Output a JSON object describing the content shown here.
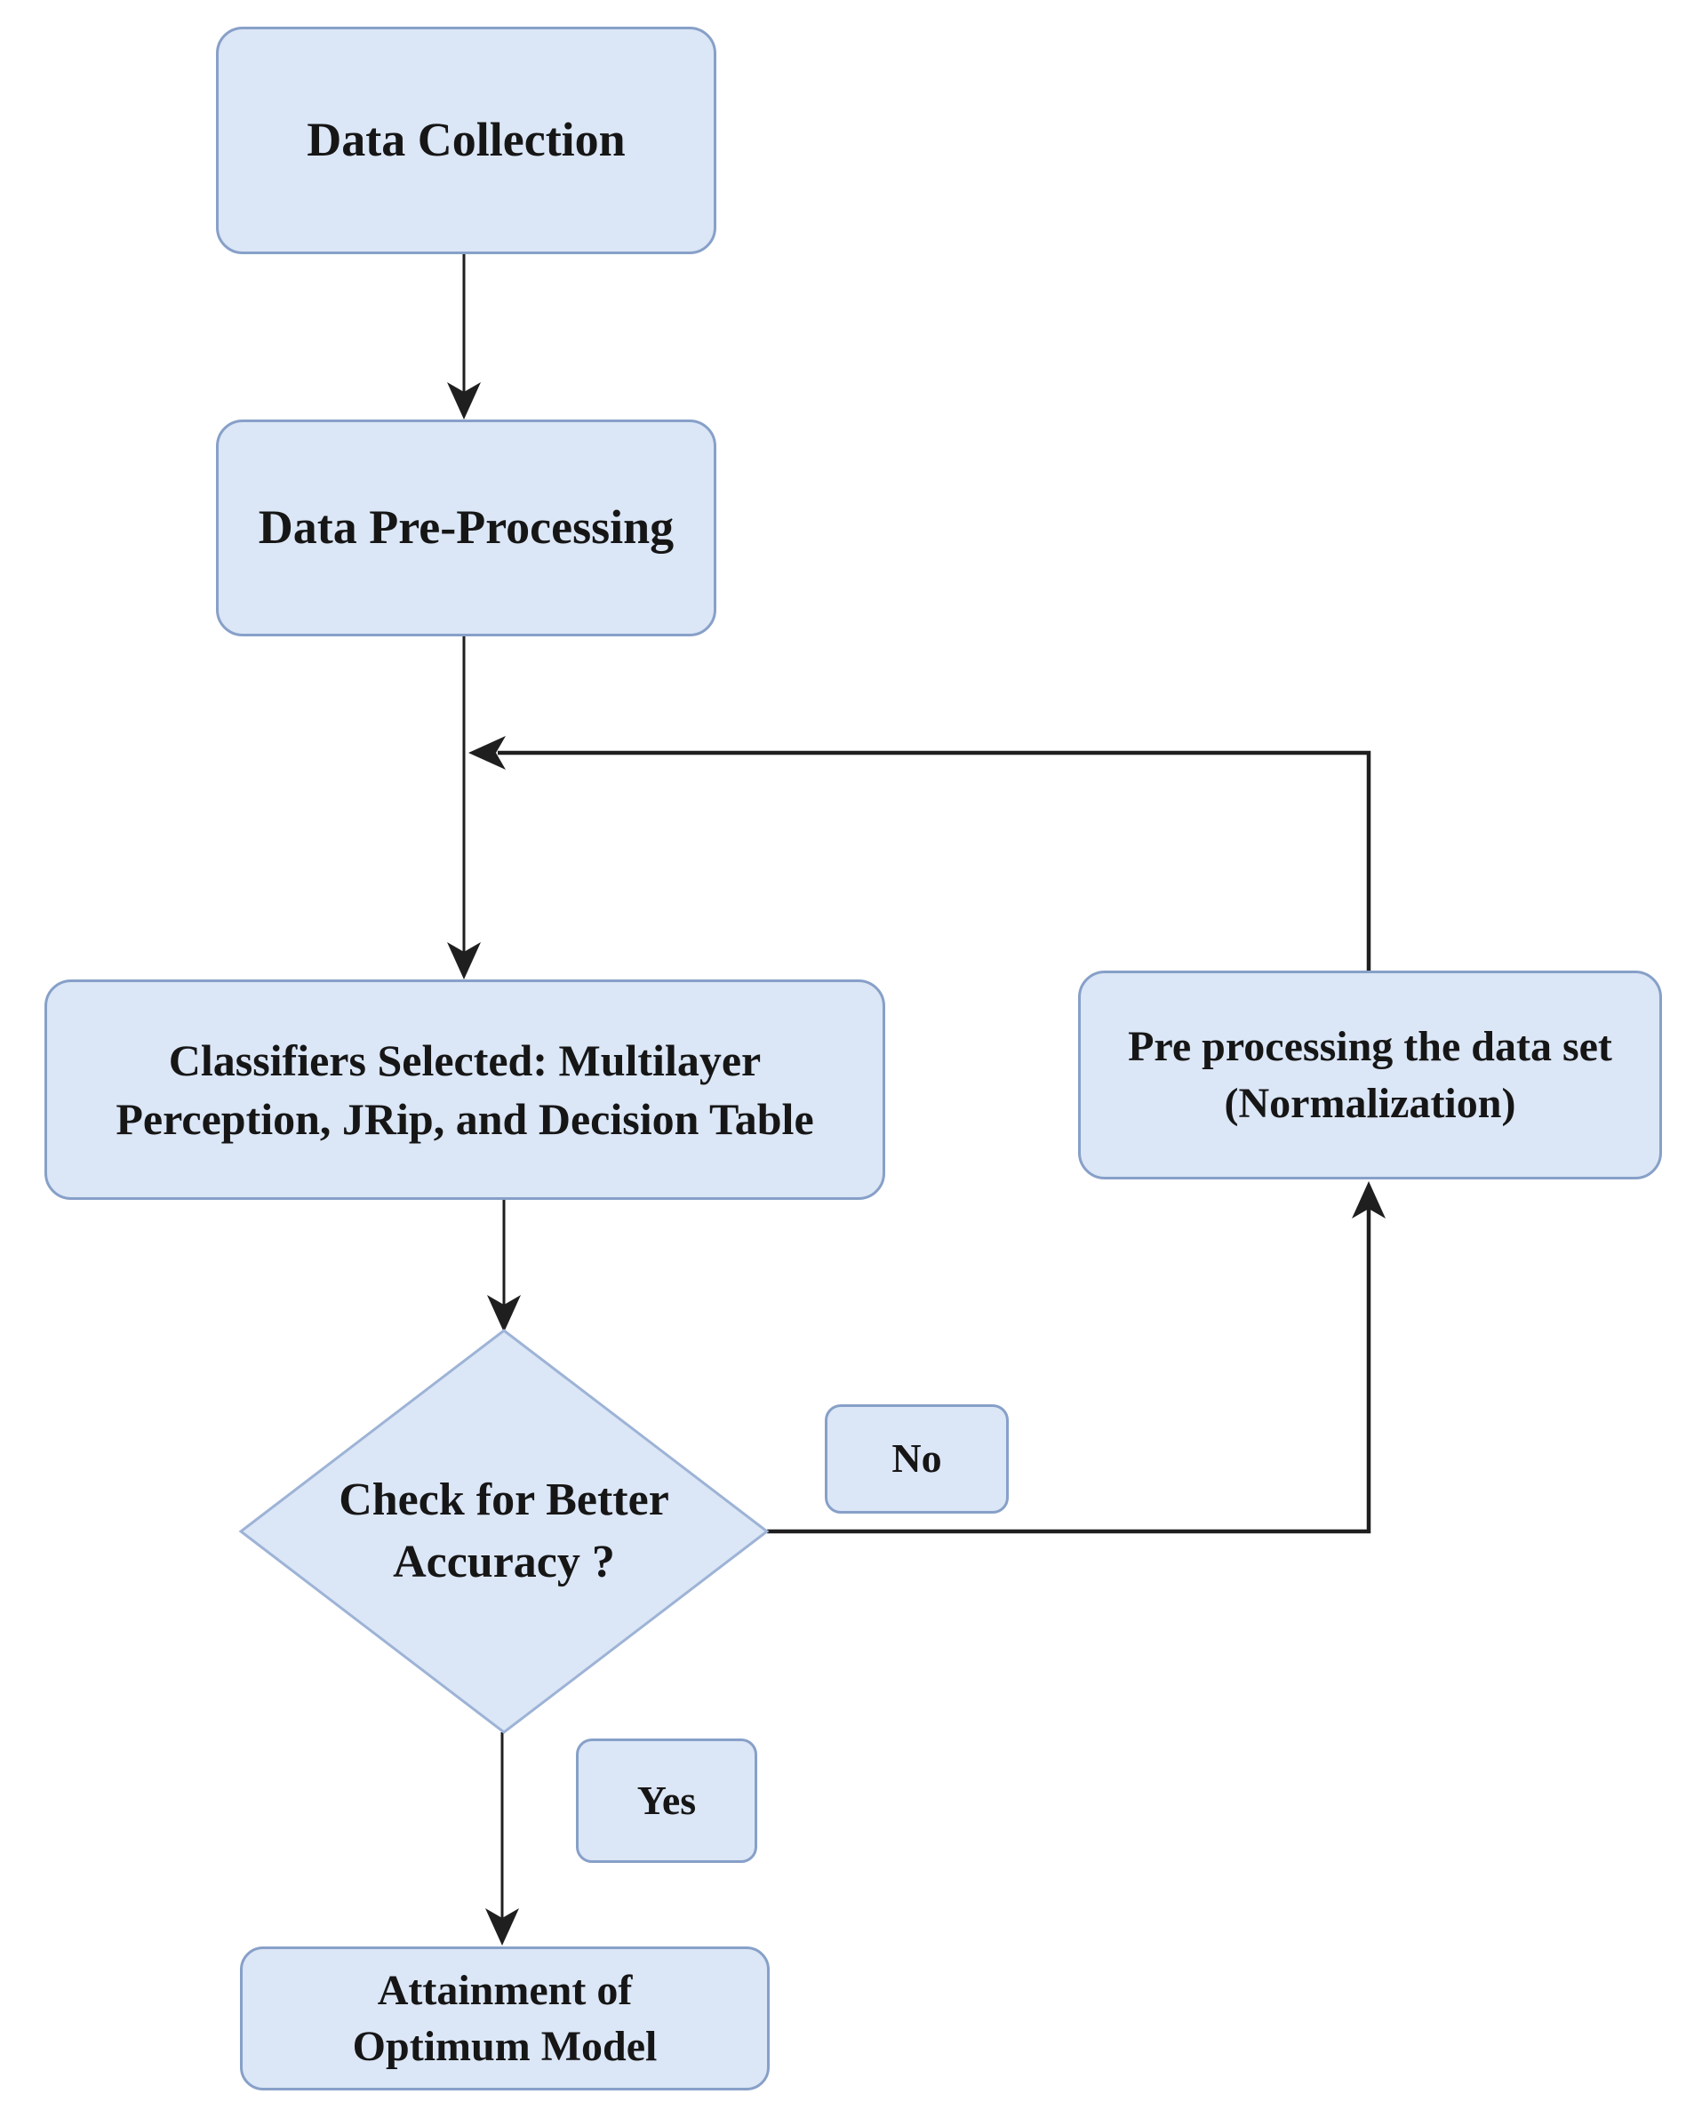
{
  "colors": {
    "canvas-bg": "#ffffff",
    "node-fill": "#dbe6f6",
    "node-border": "#87a0c8",
    "diamond-border": "#9db3d6",
    "line": "#1f1f1f",
    "text": "#161616"
  },
  "diagram": {
    "type": "flowchart",
    "nodes": {
      "data_collection": {
        "shape": "rounded-rect",
        "label": "Data Collection"
      },
      "data_preprocessing": {
        "shape": "rounded-rect",
        "label": "Data Pre-Processing"
      },
      "classifiers": {
        "shape": "rounded-rect",
        "lines": [
          "Classifiers Selected: Multilayer",
          "Perception, JRip,  and Decision Table"
        ]
      },
      "normalization": {
        "shape": "rounded-rect",
        "lines": [
          "Pre processing the data set",
          "(Normalization)"
        ]
      },
      "decision": {
        "shape": "diamond",
        "lines": [
          "Check for Better",
          "Accuracy ?"
        ]
      },
      "attainment": {
        "shape": "rounded-rect",
        "lines": [
          "Attainment of",
          "Optimum Model"
        ]
      }
    },
    "edge_labels": {
      "no": "No",
      "yes": "Yes"
    },
    "edges": [
      {
        "from": "data_collection",
        "to": "data_preprocessing",
        "label": ""
      },
      {
        "from": "data_preprocessing",
        "to": "classifiers",
        "label": ""
      },
      {
        "from": "classifiers",
        "to": "decision",
        "label": ""
      },
      {
        "from": "decision",
        "to": "normalization",
        "label": "No"
      },
      {
        "from": "normalization",
        "to": "classifiers",
        "label": ""
      },
      {
        "from": "decision",
        "to": "attainment",
        "label": "Yes"
      }
    ]
  }
}
